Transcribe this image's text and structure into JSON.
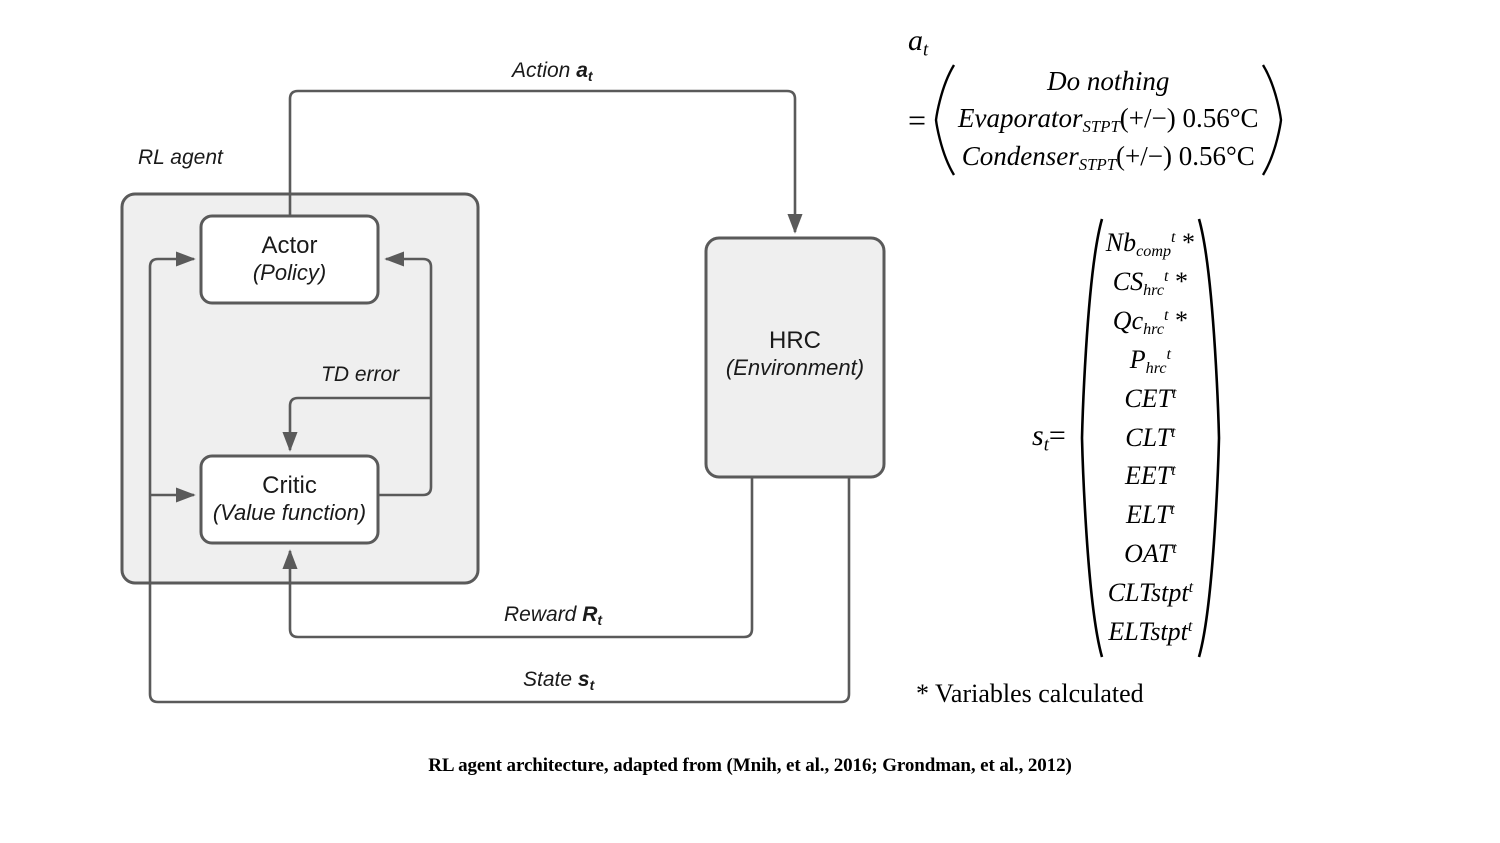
{
  "diagram": {
    "group": {
      "label": "RL agent"
    },
    "nodes": [
      {
        "id": "actor",
        "title": "Actor",
        "subtitle": "(Policy)"
      },
      {
        "id": "critic",
        "title": "Critic",
        "subtitle": "(Value function)"
      },
      {
        "id": "hrc",
        "title": "HRC",
        "subtitle": "(Environment)"
      }
    ],
    "edges": [
      {
        "id": "action",
        "label_text": "Action ",
        "label_sym": "a",
        "label_sub": "t"
      },
      {
        "id": "td",
        "label_text": "TD error",
        "label_sym": "",
        "label_sub": ""
      },
      {
        "id": "reward",
        "label_text": "Reward ",
        "label_sym": "R",
        "label_sub": "t"
      },
      {
        "id": "state",
        "label_text": "State ",
        "label_sym": "s",
        "label_sub": "t"
      }
    ],
    "colors": {
      "stroke": "#5a5a5a",
      "group_fill": "#efefef",
      "node_fill": "#ffffff",
      "env_fill": "#efefef",
      "text": "#1a1a1a"
    }
  },
  "action_equation": {
    "lhs": "a",
    "lhs_sub": "t",
    "equals": "=",
    "rows": [
      {
        "name": "",
        "sub": "",
        "tail": "Do nothing"
      },
      {
        "name": "Evaporator",
        "sub": "STPT",
        "tail": "(+/−) 0.56°C"
      },
      {
        "name": "Condenser",
        "sub": "STPT",
        "tail": "(+/−) 0.56°C"
      }
    ]
  },
  "state_equation": {
    "lhs": "s",
    "lhs_sub": "t",
    "equals": "=",
    "rows": [
      {
        "base": "Nb",
        "sub": "comp",
        "sup": "t",
        "star": " *"
      },
      {
        "base": "CS",
        "sub": "hrc",
        "sup": "t",
        "star": " *"
      },
      {
        "base": "Qc",
        "sub": "hrc",
        "sup": "t",
        "star": " *"
      },
      {
        "base": "P",
        "sub": "hrc",
        "sup": "t",
        "star": ""
      },
      {
        "base": "CET",
        "sub": "",
        "sup": "t",
        "star": ""
      },
      {
        "base": "CLT",
        "sub": "",
        "sup": "t",
        "star": ""
      },
      {
        "base": "EET",
        "sub": "",
        "sup": "t",
        "star": ""
      },
      {
        "base": "ELT",
        "sub": "",
        "sup": "t",
        "star": ""
      },
      {
        "base": "OAT",
        "sub": "",
        "sup": "t",
        "star": ""
      },
      {
        "base": "CLTstpt",
        "sub": "",
        "sup": "t",
        "star": ""
      },
      {
        "base": "ELTstpt",
        "sub": "",
        "sup": "t",
        "star": ""
      }
    ]
  },
  "footnote": "* Variables calculated",
  "caption": "RL agent architecture, adapted from (Mnih, et al., 2016; Grondman, et al., 2012)"
}
